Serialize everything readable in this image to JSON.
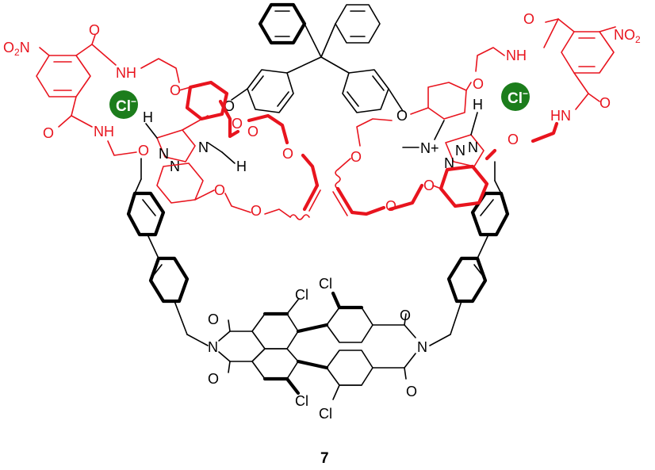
{
  "compound_number": "7",
  "colors": {
    "bond": "#000000",
    "macrocycle": "#e8141e",
    "anion_badge": "#1c7d1c"
  },
  "labels": {
    "o2n": "O2N",
    "no2": "NO2",
    "nh": "NH",
    "hn": "HN",
    "o": "O",
    "n": "N",
    "h": "H",
    "cl": "Cl",
    "chloride": "Cl−",
    "ammonium": "N+"
  }
}
